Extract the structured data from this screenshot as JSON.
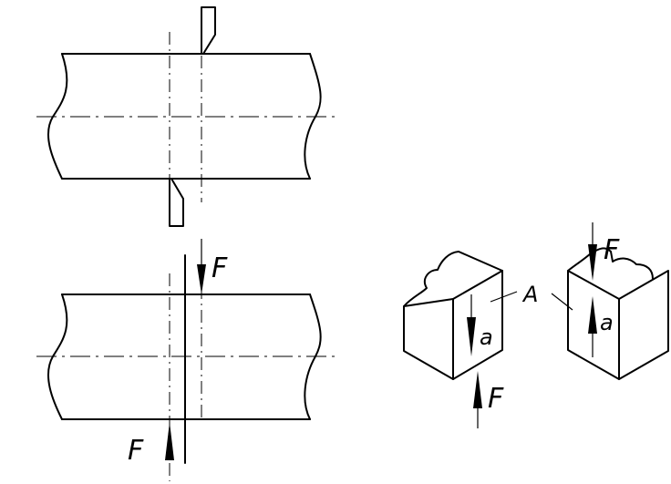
{
  "labels": {
    "force_top": "F",
    "force_bottom": "F",
    "force_block_left": "F",
    "force_block_right": "F",
    "shear_plane": "A",
    "stress_left": "a",
    "stress_right": "a"
  }
}
